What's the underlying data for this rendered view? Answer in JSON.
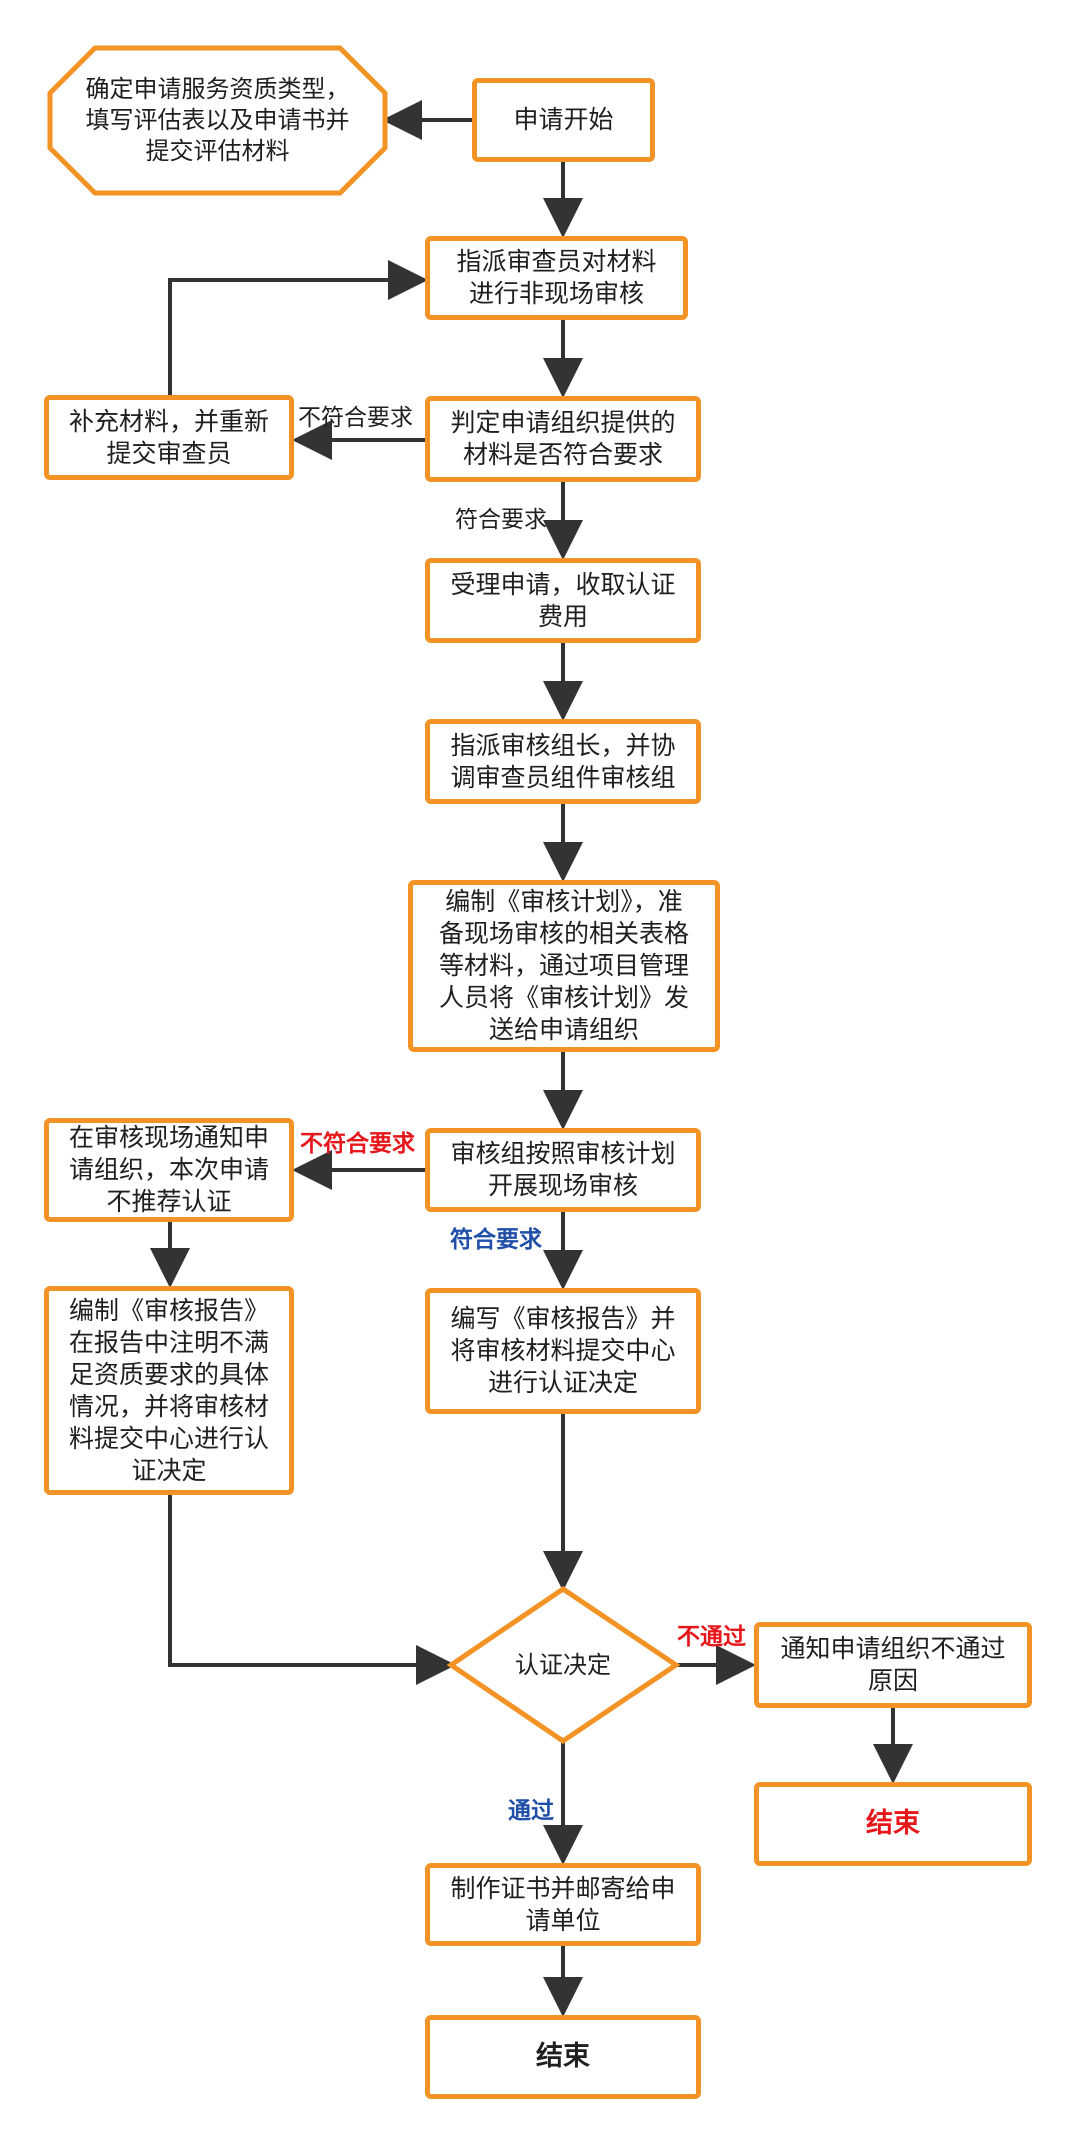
{
  "nodes": {
    "start": "申请开始",
    "determine_type": "确定申请服务资质类型，\n填写评估表以及申请书并\n提交评估材料",
    "assign_reviewer": "指派审查员对材料\n进行非现场审核",
    "judge_materials": "判定申请组织提供的\n材料是否符合要求",
    "supplement": "补充材料，并重新\n提交审查员",
    "accept": "受理申请，收取认证\n费用",
    "assign_leader": "指派审核组长，并协\n调审查员组件审核组",
    "compile_plan": "编制《审核计划》，准\n备现场审核的相关表格\n等材料，通过项目管理\n人员将《审核计划》发\n送给申请组织",
    "onsite_audit": "审核组按照审核计划\n开展现场审核",
    "notify_not_recommend": "在审核现场通知申\n请组织，本次申请\n不推荐认证",
    "write_report": "编写《审核报告》并\n将审核材料提交中心\n进行认证决定",
    "compile_report_fail": "编制《审核报告》\n在报告中注明不满\n足资质要求的具体\n情况，并将审核材\n料提交中心进行认\n证决定",
    "decision": "认证决定",
    "notify_fail": "通知申请组织不通过\n原因",
    "end_fail": "结束",
    "make_certificate": "制作证书并邮寄给申\n请单位",
    "end": "结束"
  },
  "labels": {
    "not_meet_1": "不符合要求",
    "meet_1": "符合要求",
    "not_meet_2": "不符合要求",
    "meet_2": "符合要求",
    "fail": "不通过",
    "pass": "通过"
  },
  "colors": {
    "box_border": "#f39325",
    "arrow": "#333333",
    "label_red": "#e6161a",
    "label_blue": "#1f4fa8"
  }
}
